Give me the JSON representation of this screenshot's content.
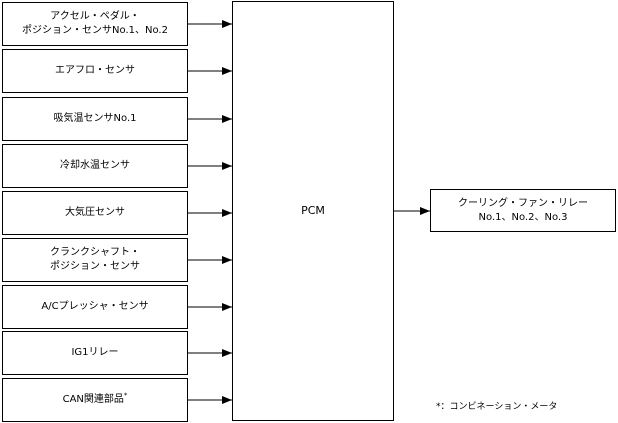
{
  "inputs": [
    {
      "label": "アクセル・ペダル・\nポジション・センサNo.1、No.2"
    },
    {
      "label": "エアフロ・センサ"
    },
    {
      "label": "吸気温センサNo.1"
    },
    {
      "label": "冷却水温センサ"
    },
    {
      "label": "大気圧センサ"
    },
    {
      "label": "クランクシャフト・\nポジション・センサ"
    },
    {
      "label": "A/Cプレッシャ・センサ"
    },
    {
      "label": "IG1リレー"
    },
    {
      "label": "CAN関連部品",
      "mark": "*"
    }
  ],
  "pcm": {
    "label": "PCM"
  },
  "output": {
    "label": "クーリング・ファン・リレー\nNo.1、No.2、No.3"
  },
  "footnote": {
    "mark": "*",
    "text": "：コンビネーション・メータ"
  }
}
